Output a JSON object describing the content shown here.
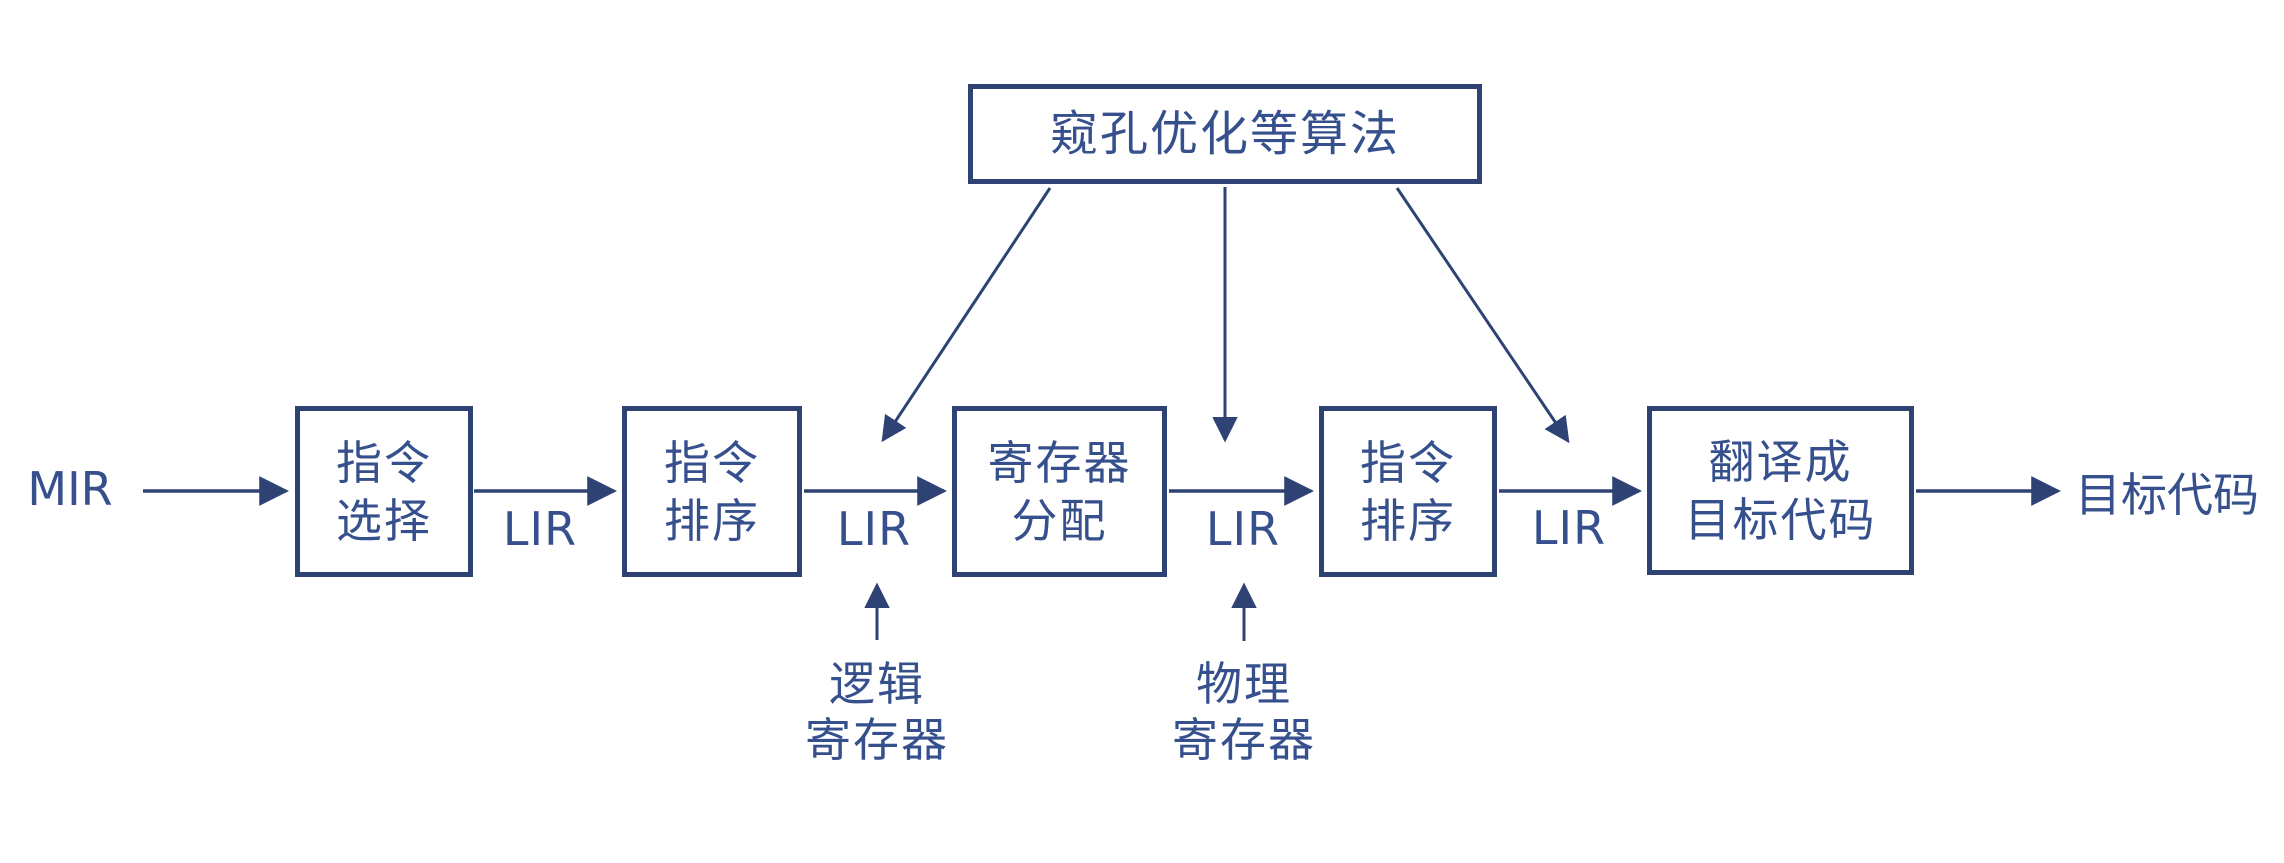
{
  "diagram": {
    "title": "窥孔优化等算法",
    "input_label": "MIR",
    "output_label": "目标代码",
    "stages": [
      {
        "name": "instruction-selection",
        "line1": "指令",
        "line2": "选择"
      },
      {
        "name": "instruction-scheduling-1",
        "line1": "指令",
        "line2": "排序"
      },
      {
        "name": "register-allocation",
        "line1": "寄存器",
        "line2": "分配"
      },
      {
        "name": "instruction-scheduling-2",
        "line1": "指令",
        "line2": "排序"
      },
      {
        "name": "translate-to-target-code",
        "line1": "翻译成",
        "line2": "目标代码"
      }
    ],
    "edge_labels": {
      "lir1": "LIR",
      "lir2": "LIR",
      "lir3": "LIR",
      "lir4": "LIR"
    },
    "annotations": {
      "logical": {
        "line1": "逻辑",
        "line2": "寄存器"
      },
      "physical": {
        "line1": "物理",
        "line2": "寄存器"
      }
    },
    "colors": {
      "ink": "#2e4274",
      "text": "#35508c",
      "background": "#ffffff"
    }
  }
}
